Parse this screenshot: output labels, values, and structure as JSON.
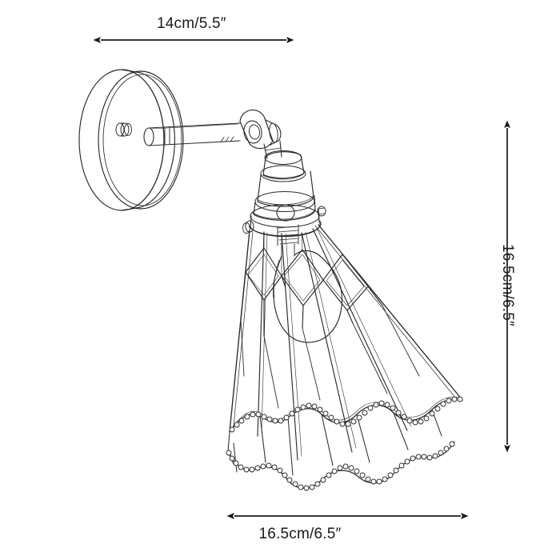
{
  "document": {
    "type": "technical-product-dimension-drawing",
    "subject": "Tiffany style wall sconce lamp",
    "background_color": "#ffffff",
    "line_color": "#2b2b2b",
    "text_color": "#1a1a1a"
  },
  "dimensions": {
    "width_top": {
      "label": "14cm/5.5″",
      "value_cm": 14,
      "value_in": 5.5,
      "orientation": "horizontal",
      "measures": "wall-plate-to-arm-joint-projection"
    },
    "height_right": {
      "label": "16.5cm/6.5″",
      "value_cm": 16.5,
      "value_in": 6.5,
      "orientation": "vertical",
      "measures": "overall-fixture-height"
    },
    "width_bottom": {
      "label": "16.5cm/6.5″",
      "value_cm": 16.5,
      "value_in": 6.5,
      "orientation": "horizontal",
      "measures": "shade-bottom-diameter"
    }
  },
  "parts": {
    "wall_plate": "circular-wall-mount-backplate",
    "arm": "straight-tubular-arm",
    "joint": "adjustable-pivot-knuckle",
    "socket": "ribbed-lamp-socket-housing",
    "shade": "tiffany-cone-stained-glass-shade",
    "trim": "scalloped-beaded-bottom-edge",
    "bulb": "teardrop-filament-bulb"
  }
}
